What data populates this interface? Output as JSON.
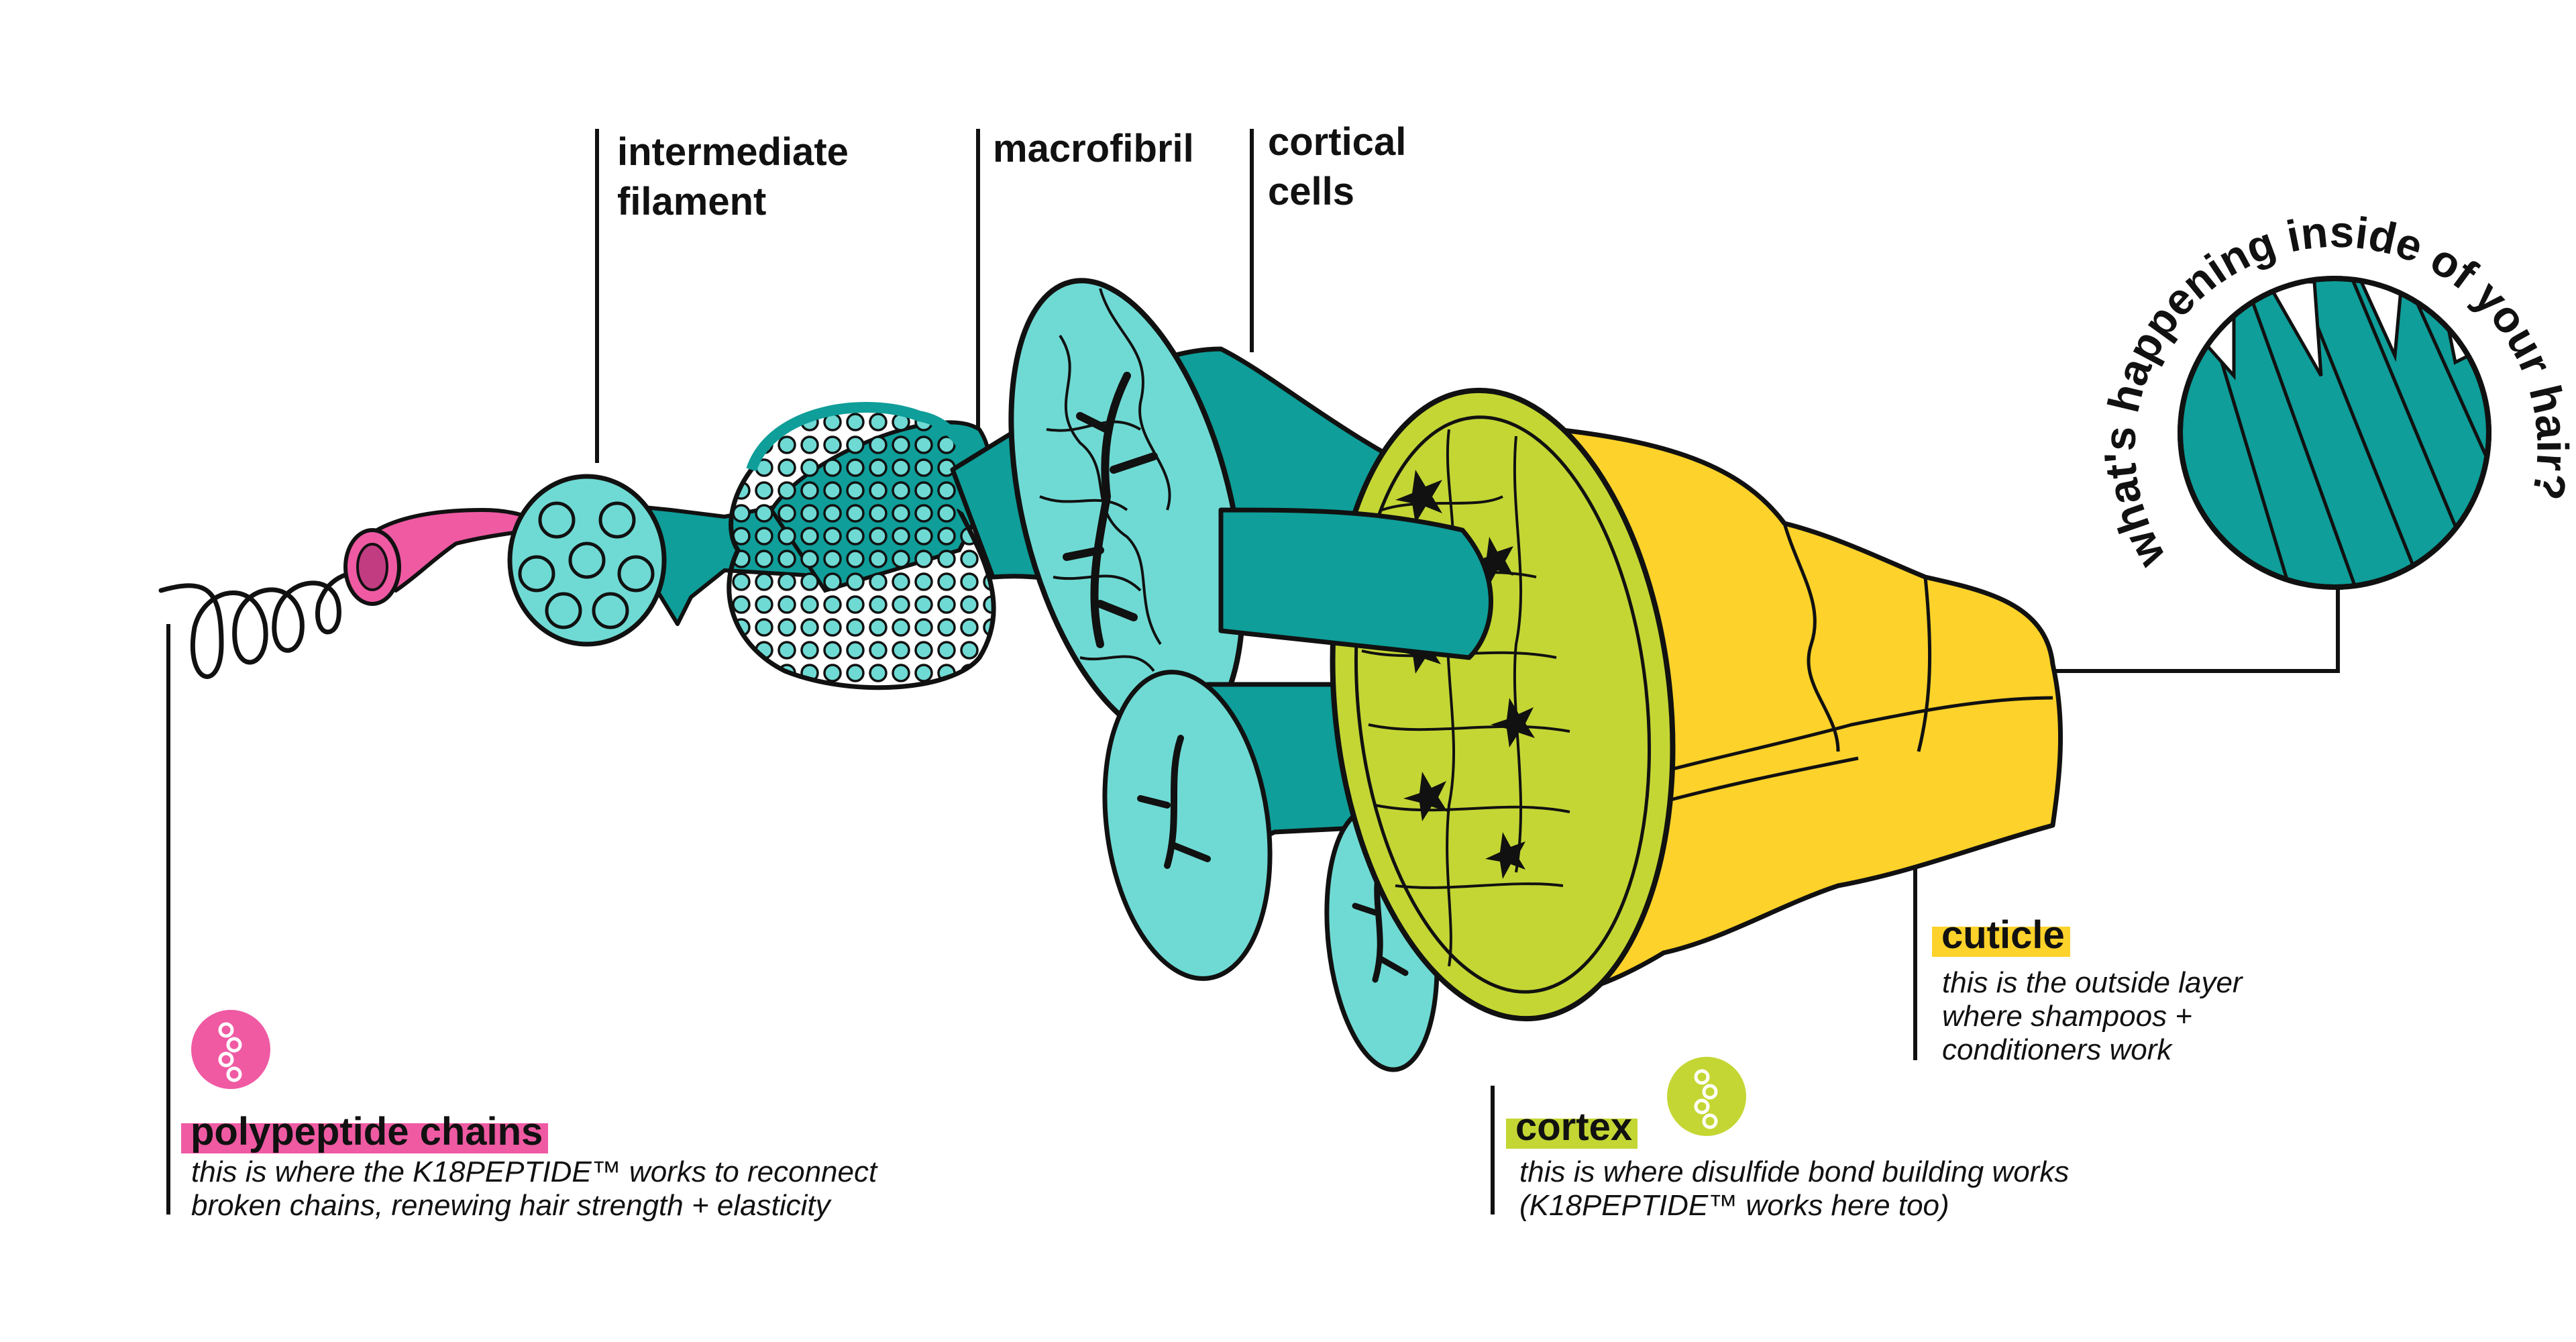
{
  "colors": {
    "teal": "#0f9e99",
    "teal_light": "#6fdad4",
    "teal_dark": "#0b7e7a",
    "pink": "#ef5aa3",
    "lime": "#c4d633",
    "lime_dark": "#9fb21a",
    "yellow": "#fdd22a",
    "ink": "#111111"
  },
  "labels": {
    "intermediate_filament": [
      "intermediate",
      "filament"
    ],
    "macrofibril": "macrofibril",
    "cortical_cells": [
      "cortical",
      "cells"
    ]
  },
  "badge_title": "what's happening inside of your hair?",
  "sections": {
    "polypeptide": {
      "title": "polypeptide chains",
      "desc": [
        "this is where the K18PEPTIDE™ works to reconnect",
        "broken chains, renewing hair strength + elasticity"
      ],
      "icon": "peptide-chain-icon"
    },
    "cortex": {
      "title": "cortex",
      "desc": [
        "this is where disulfide bond building works",
        "(K18PEPTIDE™ works here too)"
      ],
      "icon": "peptide-chain-icon"
    },
    "cuticle": {
      "title": "cuticle",
      "desc": [
        "this is the outside layer",
        "where shampoos +",
        "conditioners work"
      ]
    }
  }
}
